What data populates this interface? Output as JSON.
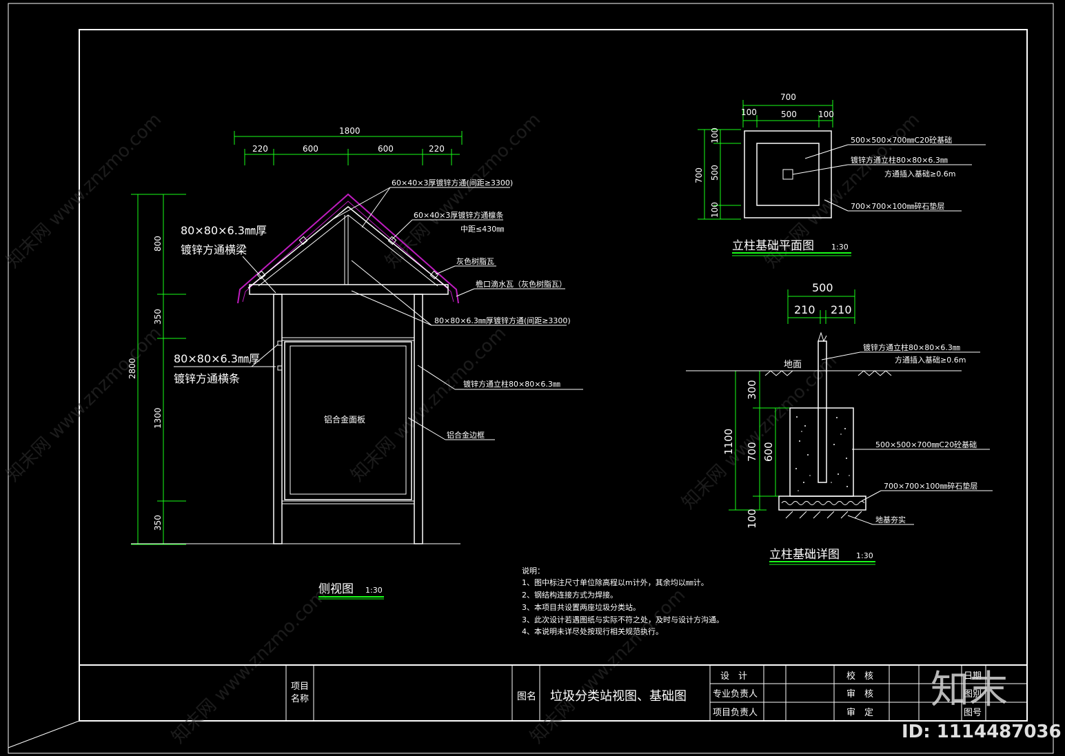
{
  "side_view": {
    "title": "侧视图",
    "scale": "1:30",
    "dims_top": {
      "total": "1800",
      "parts": [
        "220",
        "600",
        "600",
        "220"
      ]
    },
    "dims_left": {
      "total": "2800",
      "parts": [
        "800",
        "350",
        "1300",
        "350"
      ]
    },
    "labels": {
      "beam": [
        "80×80×6.3㎜厚",
        "镀锌方通横梁"
      ],
      "purlin": [
        "80×80×6.3㎜厚",
        "镀锌方通横条"
      ],
      "rafter": "60×40×3厚镀锌方通(间距≥3300)",
      "batten": [
        "60×40×3厚镀锌方通檩条",
        "中距≤430㎜"
      ],
      "tile": "灰色树脂瓦",
      "eave_tile": "檐口滴水瓦（灰色树脂瓦）",
      "tube": "80×80×6.3㎜厚镀锌方通(间距≥3300)",
      "column": "镀锌方通立柱80×80×6.3㎜",
      "panel": "铝合金面板",
      "frame": "铝合金边框"
    }
  },
  "foundation_plan": {
    "title": "立柱基础平面图",
    "scale": "1:30",
    "dims_top": {
      "total": "700",
      "parts": [
        "100",
        "500",
        "100"
      ]
    },
    "dims_left": {
      "total": "700",
      "parts": [
        "100",
        "500",
        "100"
      ]
    },
    "labels": {
      "concrete": "500×500×700㎜C20砼基础",
      "column": [
        "镀锌方通立柱80×80×6.3㎜",
        "方通插入基础≥0.6m"
      ],
      "gravel": "700×700×100㎜碎石垫层"
    }
  },
  "foundation_detail": {
    "title": "立柱基础详图",
    "scale": "1:30",
    "dims_top": {
      "total": "500",
      "parts": [
        "210",
        "210"
      ]
    },
    "dims_left_outer": {
      "total": "1100"
    },
    "dims_left_inner": [
      "300",
      "700",
      "100"
    ],
    "dims_left_inner2": "600",
    "labels": {
      "ground": "地面",
      "column": [
        "镀锌方通立柱80×80×6.3㎜",
        "方通插入基础≥0.6m"
      ],
      "concrete": "500×500×700㎜C20砼基础",
      "gravel": "700×700×100㎜碎石垫层",
      "soil": "地基夯实"
    }
  },
  "notes": {
    "heading": "说明：",
    "items": [
      "1、图中标注尺寸单位除高程以m计外，其余均以㎜计。",
      "2、钢结构连接方式为焊接。",
      "3、本项目共设置两座垃圾分类站。",
      "3、此次设计若遇图纸与实际不符之处，及时与设计方沟通。",
      "4、本说明未详尽处按现行相关规范执行。"
    ]
  },
  "title_block": {
    "project_label": [
      "项目",
      "名称"
    ],
    "drawing_name_label": "图名",
    "drawing_name": "垃圾分类站视图、基础图",
    "design": "设　计",
    "specialty_lead": "专业负责人",
    "project_lead": "项目负责人",
    "check": "校　核",
    "review": "审　核",
    "approve": "审　定",
    "date": "日期",
    "scale": "图别",
    "number": "图号"
  },
  "watermark": {
    "brand": "知末",
    "id": "ID: 1114487036",
    "repeat": "知末网 www.znzmo.com"
  },
  "colors": {
    "background": "#000000",
    "line": "#ffffff",
    "dimension": "#19ff19",
    "roof": "#c01cc0",
    "leader": "#ffffff"
  }
}
